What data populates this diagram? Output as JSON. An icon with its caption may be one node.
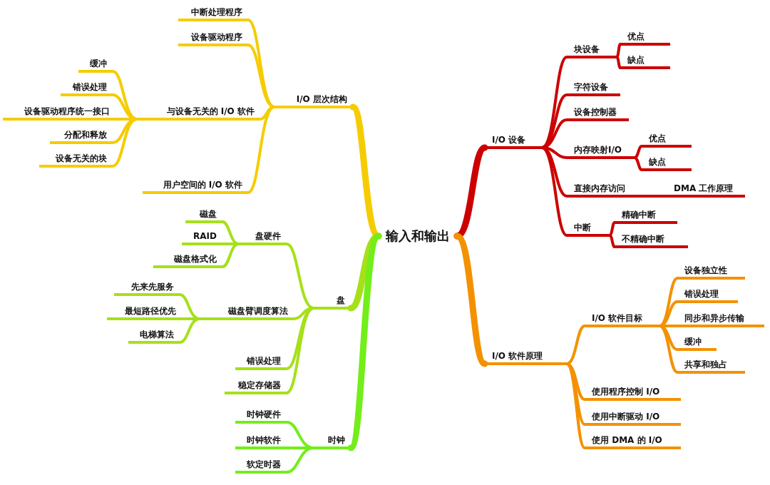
{
  "diagram": {
    "nodes": [
      {
        "text": [
          "输入和输出"
        ]
      },
      {
        "text": [
          "I/O 设备"
        ]
      },
      {
        "text": [
          "块设备"
        ]
      },
      {
        "text": [
          "优点"
        ]
      },
      {
        "text": [
          "缺点"
        ]
      },
      {
        "text": [
          "字符设备"
        ]
      },
      {
        "text": [
          "设备控制器"
        ]
      },
      {
        "text": [
          "内存映射I/O"
        ]
      },
      {
        "text": [
          "优点"
        ]
      },
      {
        "text": [
          "缺点"
        ]
      },
      {
        "text": [
          "直接内存访问"
        ]
      },
      {
        "text": [
          "DMA 工作原理"
        ]
      },
      {
        "text": [
          "中断"
        ]
      },
      {
        "text": [
          "精确中断"
        ]
      },
      {
        "text": [
          "不精确中断"
        ]
      },
      {
        "text": [
          "I/O 软件原理"
        ]
      },
      {
        "text": [
          "I/O 软件目标"
        ]
      },
      {
        "text": [
          "设备独立性"
        ]
      },
      {
        "text": [
          "错误处理"
        ]
      },
      {
        "text": [
          "同步和异步传输"
        ]
      },
      {
        "text": [
          "缓冲"
        ]
      },
      {
        "text": [
          "共享和独占"
        ]
      },
      {
        "text": [
          "使用程序控制 I/O"
        ]
      },
      {
        "text": [
          "使用中断驱动 I/O"
        ]
      },
      {
        "text": [
          "使用 DMA 的 I/O"
        ]
      },
      {
        "text": [
          "I/O 层次结构"
        ]
      },
      {
        "text": [
          "中断处理程序"
        ]
      },
      {
        "text": [
          "设备驱动程序"
        ]
      },
      {
        "text": [
          "与设备无关的 I/O 软件"
        ]
      },
      {
        "text": [
          "缓冲"
        ]
      },
      {
        "text": [
          "错误处理"
        ]
      },
      {
        "text": [
          "设备驱动程序统一接口"
        ]
      },
      {
        "text": [
          "分配和释放"
        ]
      },
      {
        "text": [
          "设备无关的块"
        ]
      },
      {
        "text": [
          "用户空间的 I/O 软件"
        ]
      },
      {
        "text": [
          "盘"
        ]
      },
      {
        "text": [
          "盘硬件"
        ]
      },
      {
        "text": [
          "磁盘"
        ]
      },
      {
        "text": [
          "RAID"
        ]
      },
      {
        "text": [
          "磁盘格式化"
        ]
      },
      {
        "text": [
          "磁盘臂调度算法"
        ]
      },
      {
        "text": [
          "先来先服务"
        ]
      },
      {
        "text": [
          "最短路径优先"
        ]
      },
      {
        "text": [
          "电梯算法"
        ]
      },
      {
        "text": [
          "错误处理"
        ]
      },
      {
        "text": [
          "稳定存储器"
        ]
      },
      {
        "text": [
          "时钟"
        ]
      },
      {
        "text": [
          "时钟硬件"
        ]
      },
      {
        "text": [
          "时钟软件"
        ]
      },
      {
        "text": [
          "软定时器"
        ]
      }
    ],
    "edges": [
      {
        "from": 0,
        "to": 1,
        "arrow": "none",
        "style": "thick",
        "color": "#cc0000"
      },
      {
        "from": 1,
        "to": 2,
        "arrow": "none",
        "color": "#cc0000"
      },
      {
        "from": 2,
        "to": 3,
        "arrow": "none",
        "color": "#cc0000"
      },
      {
        "from": 2,
        "to": 4,
        "arrow": "none",
        "color": "#cc0000"
      },
      {
        "from": 1,
        "to": 5,
        "arrow": "none",
        "color": "#cc0000"
      },
      {
        "from": 1,
        "to": 6,
        "arrow": "none",
        "color": "#cc0000"
      },
      {
        "from": 1,
        "to": 7,
        "arrow": "none",
        "color": "#cc0000"
      },
      {
        "from": 7,
        "to": 8,
        "arrow": "none",
        "color": "#cc0000"
      },
      {
        "from": 7,
        "to": 9,
        "arrow": "none",
        "color": "#cc0000"
      },
      {
        "from": 1,
        "to": 10,
        "arrow": "none",
        "color": "#cc0000"
      },
      {
        "from": 10,
        "to": 11,
        "arrow": "none",
        "color": "#cc0000"
      },
      {
        "from": 1,
        "to": 12,
        "arrow": "none",
        "color": "#cc0000"
      },
      {
        "from": 12,
        "to": 13,
        "arrow": "none",
        "color": "#cc0000"
      },
      {
        "from": 12,
        "to": 14,
        "arrow": "none",
        "color": "#cc0000"
      },
      {
        "from": 0,
        "to": 15,
        "arrow": "none",
        "style": "thick",
        "color": "#f39200"
      },
      {
        "from": 15,
        "to": 16,
        "arrow": "none",
        "color": "#f39200"
      },
      {
        "from": 16,
        "to": 17,
        "arrow": "none",
        "color": "#f39200"
      },
      {
        "from": 16,
        "to": 18,
        "arrow": "none",
        "color": "#f39200"
      },
      {
        "from": 16,
        "to": 19,
        "arrow": "none",
        "color": "#f39200"
      },
      {
        "from": 16,
        "to": 20,
        "arrow": "none",
        "color": "#f39200"
      },
      {
        "from": 16,
        "to": 21,
        "arrow": "none",
        "color": "#f39200"
      },
      {
        "from": 15,
        "to": 22,
        "arrow": "none",
        "color": "#f39200"
      },
      {
        "from": 15,
        "to": 23,
        "arrow": "none",
        "color": "#f39200"
      },
      {
        "from": 15,
        "to": 24,
        "arrow": "none",
        "color": "#f39200"
      },
      {
        "from": 0,
        "to": 25,
        "arrow": "none",
        "style": "thick",
        "color": "#f5cc00"
      },
      {
        "from": 25,
        "to": 26,
        "arrow": "none",
        "color": "#f5cc00"
      },
      {
        "from": 25,
        "to": 27,
        "arrow": "none",
        "color": "#f5cc00"
      },
      {
        "from": 25,
        "to": 28,
        "arrow": "none",
        "color": "#f5cc00"
      },
      {
        "from": 28,
        "to": 29,
        "arrow": "none",
        "color": "#f5cc00"
      },
      {
        "from": 28,
        "to": 30,
        "arrow": "none",
        "color": "#f5cc00"
      },
      {
        "from": 28,
        "to": 31,
        "arrow": "none",
        "color": "#f5cc00"
      },
      {
        "from": 28,
        "to": 32,
        "arrow": "none",
        "color": "#f5cc00"
      },
      {
        "from": 28,
        "to": 33,
        "arrow": "none",
        "color": "#f5cc00"
      },
      {
        "from": 25,
        "to": 34,
        "arrow": "none",
        "color": "#f5cc00"
      },
      {
        "from": 0,
        "to": 35,
        "arrow": "none",
        "style": "thick",
        "color": "#a6e01a"
      },
      {
        "from": 35,
        "to": 36,
        "arrow": "none",
        "color": "#a6e01a"
      },
      {
        "from": 36,
        "to": 37,
        "arrow": "none",
        "color": "#a6e01a"
      },
      {
        "from": 36,
        "to": 38,
        "arrow": "none",
        "color": "#a6e01a"
      },
      {
        "from": 36,
        "to": 39,
        "arrow": "none",
        "color": "#a6e01a"
      },
      {
        "from": 35,
        "to": 40,
        "arrow": "none",
        "color": "#a6e01a"
      },
      {
        "from": 40,
        "to": 41,
        "arrow": "none",
        "color": "#a6e01a"
      },
      {
        "from": 40,
        "to": 42,
        "arrow": "none",
        "color": "#a6e01a"
      },
      {
        "from": 40,
        "to": 43,
        "arrow": "none",
        "color": "#a6e01a"
      },
      {
        "from": 35,
        "to": 44,
        "arrow": "none",
        "color": "#a6e01a"
      },
      {
        "from": 35,
        "to": 45,
        "arrow": "none",
        "color": "#a6e01a"
      },
      {
        "from": 0,
        "to": 46,
        "arrow": "none",
        "style": "thick",
        "color": "#73ee1a"
      },
      {
        "from": 46,
        "to": 47,
        "arrow": "none",
        "color": "#73ee1a"
      },
      {
        "from": 46,
        "to": 48,
        "arrow": "none",
        "color": "#73ee1a"
      },
      {
        "from": 46,
        "to": 49,
        "arrow": "none",
        "color": "#73ee1a"
      }
    ]
  }
}
